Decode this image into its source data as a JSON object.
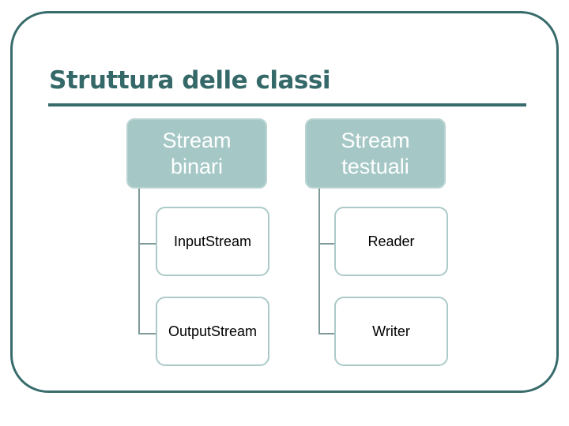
{
  "slide": {
    "title": "Struttura delle classi"
  },
  "colors": {
    "slide_background": "#ffffff",
    "accent_dark": "#386b6b",
    "title_color": "#356868",
    "parent_fill": "#a5c8c6",
    "parent_edge": "#b8d4d2",
    "parent_text": "#ffffff",
    "child_border": "#abcac8",
    "child_text": "#000000",
    "connector": "#7e9a99"
  },
  "diagram": {
    "groups": [
      {
        "parent": {
          "lines": [
            "Stream",
            "binari"
          ]
        },
        "children": [
          "InputStream",
          "OutputStream"
        ]
      },
      {
        "parent": {
          "lines": [
            "Stream",
            "testuali"
          ]
        },
        "children": [
          "Reader",
          "Writer"
        ]
      }
    ]
  }
}
